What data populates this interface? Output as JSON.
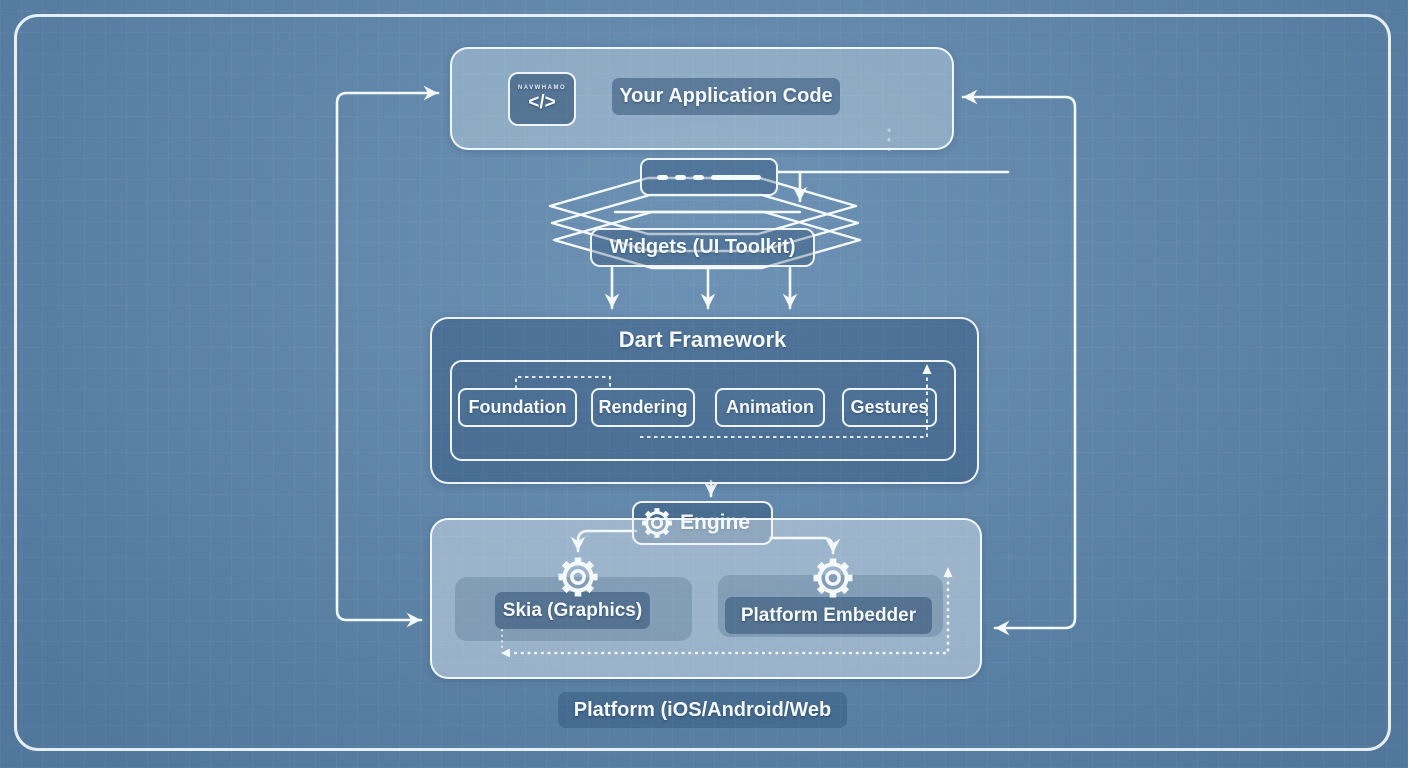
{
  "diagram": {
    "type": "architecture-flow",
    "style": "blueprint",
    "colors": {
      "background": "#5d86ac",
      "line": "#f4f9fc",
      "box_light_fill": "#8faac4",
      "box_dark_fill": "#4c769e",
      "badge_fill": "#50789f",
      "text": "#f6fafd"
    }
  },
  "app_code": {
    "label": "Your Application Code",
    "icon_glyph": "</>",
    "icon_tiny_text": "NAVWHAMO"
  },
  "widgets": {
    "label": "Widgets (UI Toolkit)"
  },
  "dart": {
    "title": "Dart Framework",
    "modules": [
      "Foundation",
      "Rendering",
      "Animation",
      "Gestures"
    ]
  },
  "engine": {
    "label": "Engine"
  },
  "skia": {
    "label": "Skia (Graphics)"
  },
  "embedder": {
    "label": "Platform Embedder"
  },
  "platform": {
    "label": "Platform (iOS/Android/Web"
  }
}
